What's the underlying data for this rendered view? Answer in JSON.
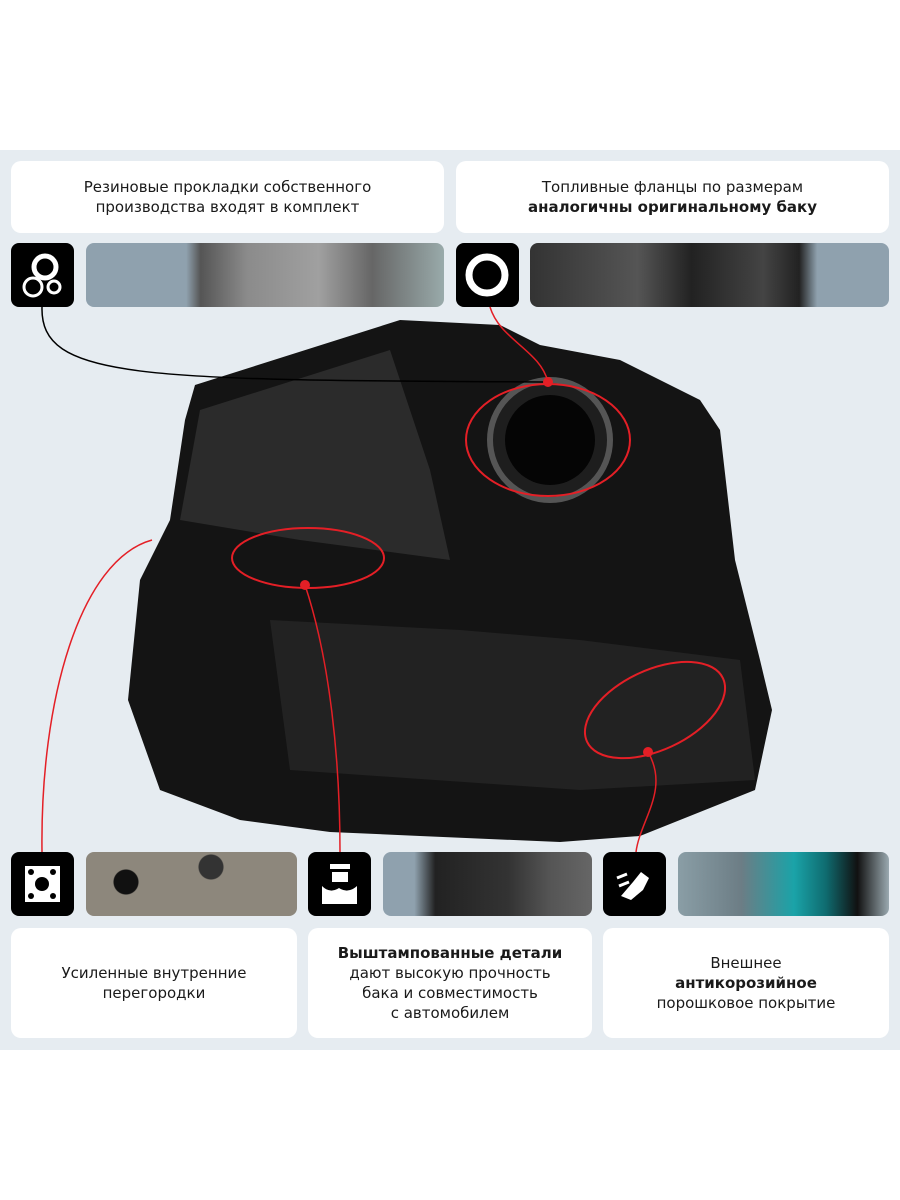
{
  "features": {
    "gaskets": {
      "line1": "Резиновые прокладки собственного",
      "line2": "производства входят в комплект"
    },
    "flanges": {
      "line1": "Топливные фланцы по размерам",
      "bold": "аналогичны оригинальному баку"
    },
    "partitions": {
      "line1": "Усиленные внутренние",
      "line2": "перегородки"
    },
    "stamped": {
      "bold": "Выштампованные детали",
      "line1": "дают высокую прочность",
      "line2": "бака и совместимость",
      "line3": "с автомобилем"
    },
    "coating": {
      "line1": "Внешнее",
      "bold": "антикорозийное",
      "line2": "порошковое покрытие"
    }
  },
  "colors": {
    "accent": "#e41f26",
    "panel": "#e6ecf1",
    "icon_bg": "#000000"
  }
}
